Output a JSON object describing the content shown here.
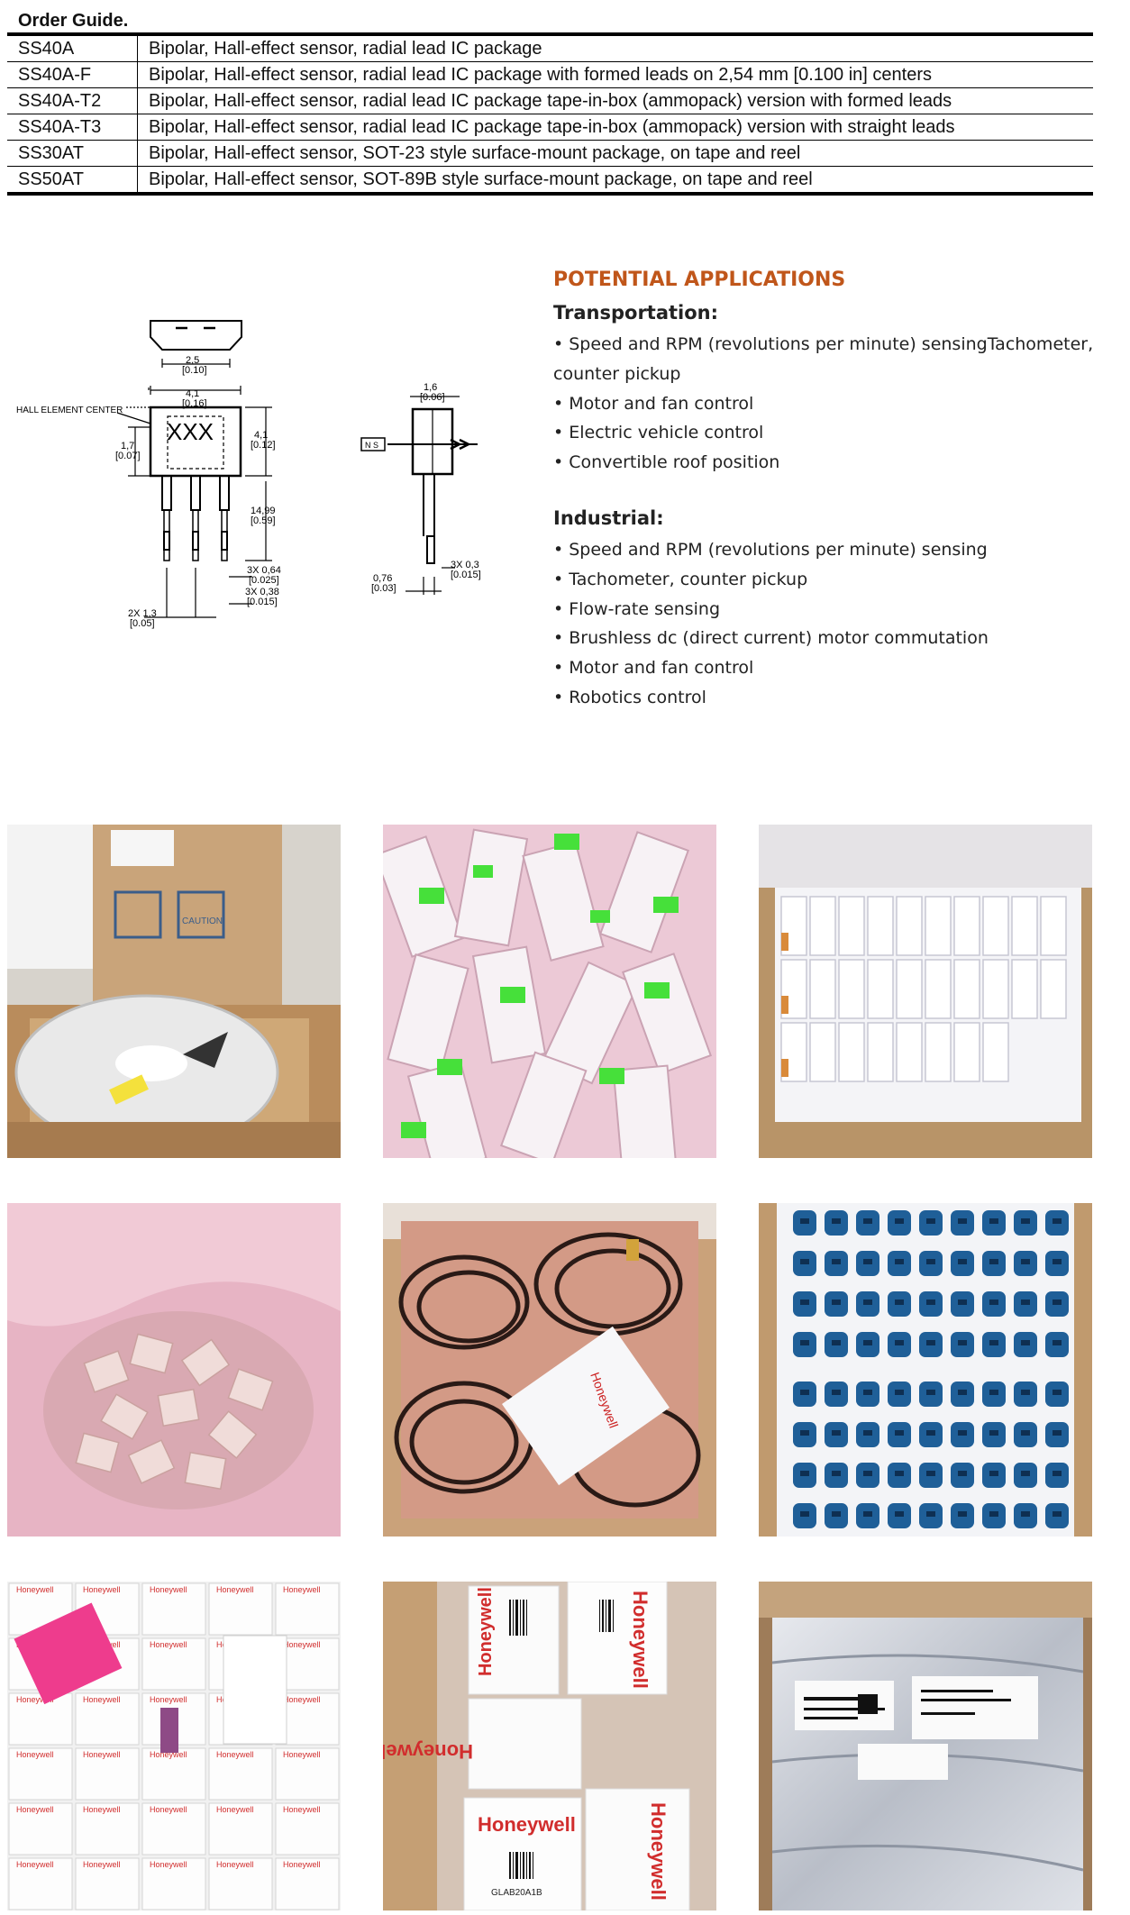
{
  "order_guide": {
    "title": "Order Guide.",
    "rows": [
      {
        "code": "SS40A",
        "description": "Bipolar, Hall-effect sensor, radial lead IC package"
      },
      {
        "code": "SS40A-F",
        "description": "Bipolar, Hall-effect sensor, radial lead IC package with formed leads on 2,54 mm [0.100 in] centers"
      },
      {
        "code": "SS40A-T2",
        "description": "Bipolar, Hall-effect sensor, radial lead IC package tape-in-box (ammopack) version with formed leads"
      },
      {
        "code": "SS40A-T3",
        "description": "Bipolar, Hall-effect sensor, radial lead IC package tape-in-box (ammopack) version with straight leads"
      },
      {
        "code": "SS30AT",
        "description": "Bipolar, Hall-effect sensor, SOT-23 style surface-mount package, on tape and reel"
      },
      {
        "code": "SS50AT",
        "description": "Bipolar, Hall-effect sensor, SOT-89B style surface-mount package, on tape and reel"
      }
    ]
  },
  "drawing": {
    "dim_width_top": "2,5",
    "dim_width_top_in": "[0.10]",
    "dim_body_width": "4,1",
    "dim_body_width_in": "[0.16]",
    "hall_label": "HALL ELEMENT CENTER",
    "marking": "XXX",
    "dim_left": "1,7",
    "dim_left_in": "[0.07]",
    "dim_right": "4,1",
    "dim_right_in": "[0.12]",
    "dim_lead_len": "14,99",
    "dim_lead_len_in": "[0.59]",
    "dim_lead_w": "3X 0,64",
    "dim_lead_w_in": "[0.025]",
    "dim_lead_t": "3X 0,38",
    "dim_lead_t_in": "[0.015]",
    "dim_pitch": "2X 1,3",
    "dim_pitch_in": "[0.05]",
    "side_top": "1,6",
    "side_top_in": "[0.06]",
    "ns_label": "N S",
    "side_bottom": "0,76",
    "side_bottom_in": "[0.03]",
    "side_lead": "3X 0,3",
    "side_lead_in": "[0.015]"
  },
  "applications": {
    "heading": "POTENTIAL APPLICATIONS",
    "transportation": {
      "title": "Transportation:",
      "items": [
        "• Speed and RPM (revolutions per minute) sensingTachometer, counter pickup",
        "• Motor and fan control",
        "• Electric vehicle control",
        "• Convertible roof position"
      ]
    },
    "industrial": {
      "title": "Industrial:",
      "items": [
        "• Speed and RPM (revolutions per minute) sensing",
        "• Tachometer, counter pickup",
        "• Flow-rate sensing",
        "• Brushless dc (direct current) motor commutation",
        "• Motor and fan control",
        "• Robotics control"
      ]
    }
  },
  "photos": {
    "brand": "Honeywell",
    "caution": "CAUTION",
    "label_code": "GLAB20A1B"
  },
  "colors": {
    "accent": "#c0561a",
    "cardboard": "#c9a47a",
    "pink_bag": "#e7b4c4",
    "blue_part": "#1f5f98",
    "honeywell_red": "#d12d2d"
  }
}
